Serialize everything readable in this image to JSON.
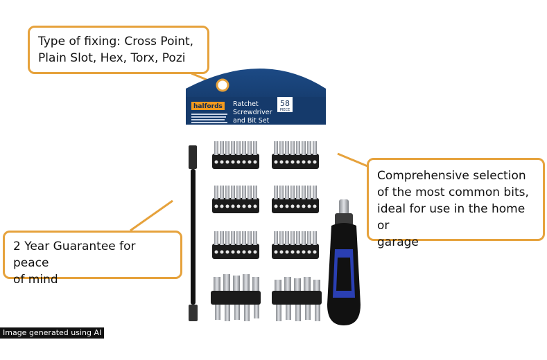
{
  "callouts": {
    "fixing": [
      "Type of fixing: Cross Point,",
      "Plain Slot, Hex, Torx, Pozi"
    ],
    "selection": [
      "Comprehensive selection",
      "of the most common bits,",
      "ideal for use in the home or",
      "garage"
    ],
    "guarantee": [
      "2 Year Guarantee for peace",
      "of mind"
    ]
  },
  "packaging": {
    "brand": "halfords",
    "product_title": [
      "Ratchet",
      "Screwdriver",
      "and Bit Set"
    ],
    "piece_count": "58",
    "piece_label": "PIECE"
  },
  "footer": {
    "ai_notice": "Image generated using AI"
  },
  "colors": {
    "accent": "#e6a23c",
    "card_blue": "#173f73",
    "logo_orange": "#f39a1e",
    "grip_blue": "#2a3fb3"
  },
  "icons": [
    "ratchet-screwdriver-icon",
    "extension-bar-icon",
    "bit-holder-icon",
    "nut-driver-icon"
  ]
}
